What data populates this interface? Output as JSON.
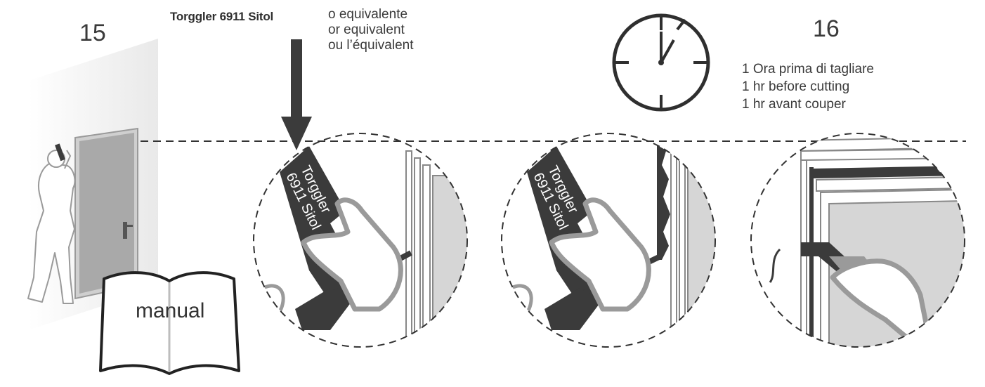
{
  "step15": {
    "number": "15"
  },
  "step16": {
    "number": "16"
  },
  "product": {
    "name": "Torggler 6911 Sitol",
    "equivalents": [
      "o equivalente",
      "or equivalent",
      "ou l’équivalent"
    ],
    "tube_label_line1": "Torggler",
    "tube_label_line2": "6911 Sitol"
  },
  "manual": {
    "label": "manual"
  },
  "timing": {
    "lines": [
      "1 Ora prima di tagliare",
      "1 hr before cutting",
      "1 hr avant couper"
    ]
  },
  "clock": {
    "hour": 12,
    "minute": 5
  },
  "colors": {
    "ink": "#3a3a3a",
    "dark": "#3b3b3b",
    "gray": "#9a9a9a",
    "panel": "#d6d6d6",
    "wall": "#eeeeee"
  },
  "icons": [
    "worker-icon",
    "door-icon",
    "manual-book-icon",
    "down-arrow-icon",
    "clock-icon",
    "sealant-tube-icon",
    "hand-icon",
    "cutter-knife-icon"
  ]
}
